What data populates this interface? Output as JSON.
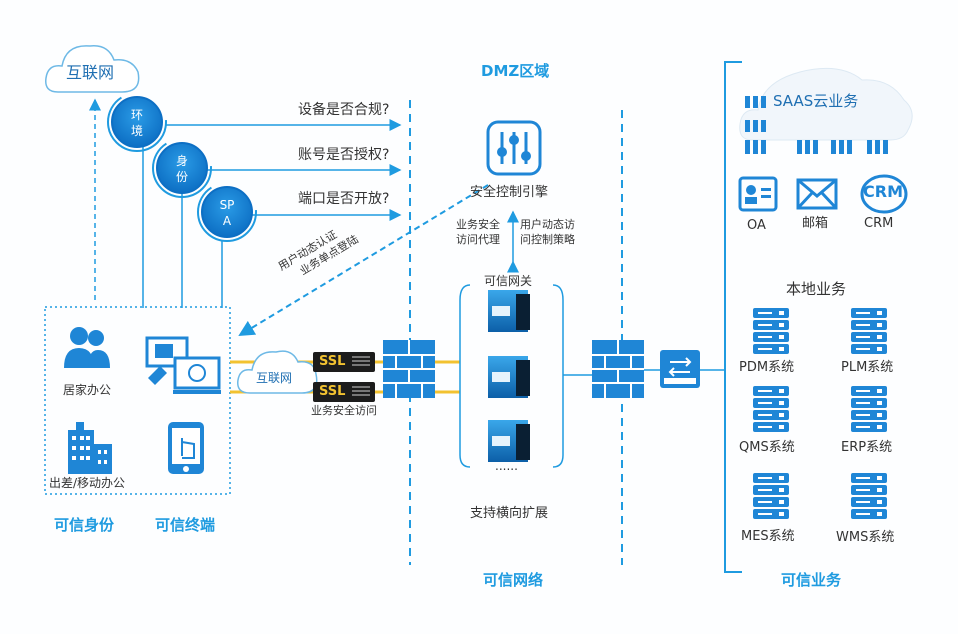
{
  "internet_top": "互联网",
  "internet_mid": "互联网",
  "circles": [
    {
      "line1": "环",
      "line2": "境"
    },
    {
      "line1": "身",
      "line2": "份"
    },
    {
      "line1": "SP",
      "line2": "A"
    }
  ],
  "questions": [
    "设备是否合规?",
    "账号是否授权?",
    "端口是否开放?"
  ],
  "dmz_title": "DMZ区域",
  "engine_label": "安全控制引擎",
  "proxy_label": [
    "业务安全",
    "访问代理"
  ],
  "policy_label": [
    "用户动态访",
    "问控制策略"
  ],
  "auth_label": [
    "用户动态认证",
    "业务单点登陆"
  ],
  "gateway_label": "可信网关",
  "gateway_more": "......",
  "scale_label": "支持横向扩展",
  "ssl_text": "SSL",
  "secure_access": "业务安全访问",
  "home_office": "居家办公",
  "travel_office": "出差/移动办公",
  "trusted_identity": "可信身份",
  "trusted_terminal": "可信终端",
  "trusted_network": "可信网络",
  "trusted_business": "可信业务",
  "saas_title": "SAAS云业务",
  "saas_apps": [
    "OA",
    "邮箱",
    "CRM"
  ],
  "crm_icon_text": "CRM",
  "local_title": "本地业务",
  "local_systems": [
    "PDM系统",
    "PLM系统",
    "QMS系统",
    "ERP系统",
    "MES系统",
    "WMS系统"
  ],
  "colors": {
    "primary": "#1f9be0",
    "dark": "#0b3f6e",
    "gold": "#f2c230"
  }
}
